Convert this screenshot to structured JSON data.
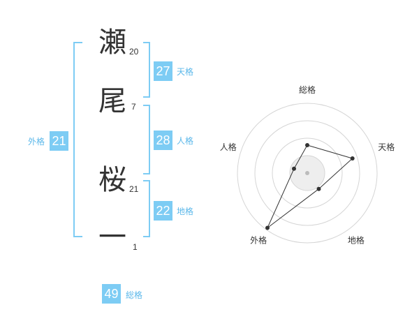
{
  "name": {
    "chars": [
      {
        "char": "瀬",
        "strokes": "20"
      },
      {
        "char": "尾",
        "strokes": "7"
      },
      {
        "char": "桜",
        "strokes": "21"
      },
      {
        "char": "一",
        "strokes": "1"
      }
    ]
  },
  "fortunes": {
    "tenkaku": {
      "label": "天格",
      "value": "27"
    },
    "jinkaku": {
      "label": "人格",
      "value": "28"
    },
    "chikaku": {
      "label": "地格",
      "value": "22"
    },
    "gaikaku": {
      "label": "外格",
      "value": "21"
    },
    "soukaku": {
      "label": "総格",
      "value": "49"
    }
  },
  "colors": {
    "bracket": "#7dccf4",
    "badge": "#7dccf4",
    "badge_label": "#5cb8ea",
    "text": "#333333",
    "ring": "#d5d5d5"
  },
  "chart_data": {
    "type": "radar",
    "axes": [
      "総格",
      "天格",
      "地格",
      "外格",
      "人格"
    ],
    "values": [
      0.4,
      0.68,
      0.28,
      0.97,
      0.2
    ],
    "ring_count": 4,
    "rmax": 1
  }
}
